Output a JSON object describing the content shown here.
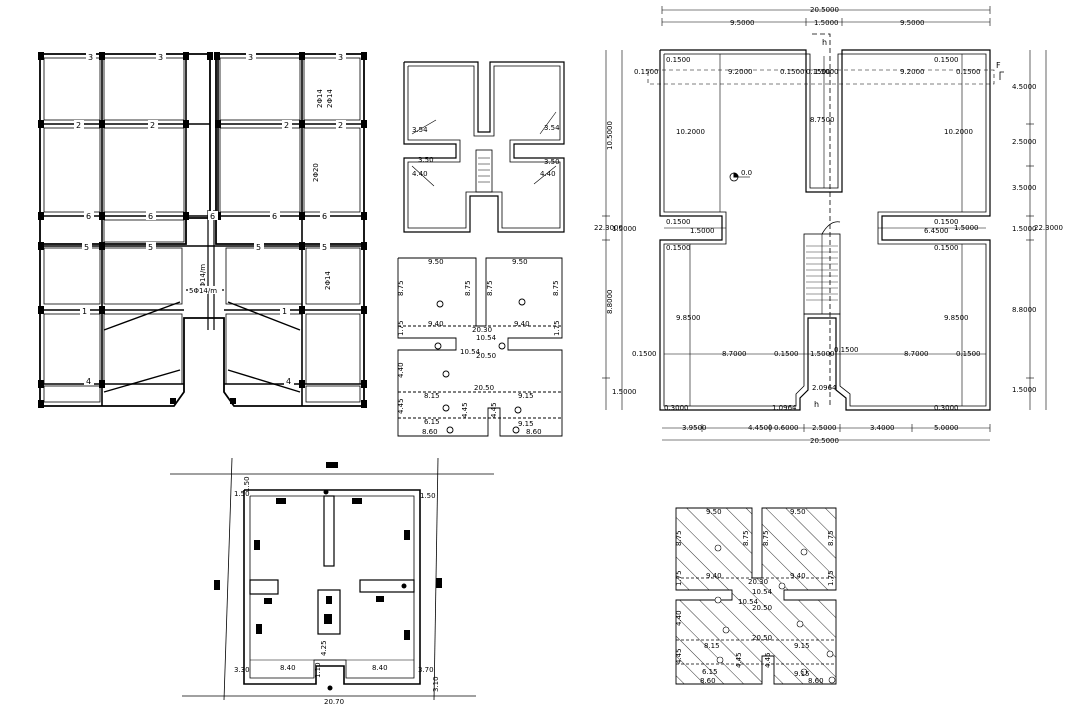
{
  "framing": {
    "grid_labels_top": [
      "3",
      "3",
      "3",
      "3"
    ],
    "grid_labels_mid": [
      "2",
      "2",
      "2",
      "2"
    ],
    "grid_labels_row6": [
      "6",
      "6",
      "6",
      "6",
      "6"
    ],
    "grid_labels_row5": [
      "5",
      "5",
      "5",
      "5"
    ],
    "grid_labels_row1": [
      "1",
      "1"
    ],
    "grid_labels_row4": [
      "4",
      "4"
    ],
    "beam_notes": [
      "3Φ14/m",
      "5Φ14/m"
    ],
    "vertical_notes": [
      "2Φ14",
      "2Φ14",
      "2Φ20",
      "2Φ14"
    ]
  },
  "outline_plan": {
    "notes": [
      "3.54",
      "3.54",
      "4.40",
      "4.40",
      "3.50",
      "3.50"
    ]
  },
  "levels_plan": {
    "room_widths": [
      "9.50",
      "9.50"
    ],
    "side_labels": [
      "8.75",
      "8.75",
      "8.75",
      "8.75"
    ],
    "mid_labels": [
      "9.40",
      "20.30",
      "9.40",
      "10.54",
      "10.54",
      "20.50"
    ],
    "lower_labels": [
      "20.50",
      "8.15",
      "9.15",
      "4.45",
      "4.45",
      "6.15",
      "9.15",
      "8.60",
      "8.60",
      "1.75",
      "1.75",
      "4.45",
      "4.40"
    ]
  },
  "main_plan": {
    "overall_width": "20.5000",
    "top_segments": [
      "9.5000",
      "1.5000",
      "9.5000"
    ],
    "inner_top": [
      "0.1500",
      "0.1500"
    ],
    "inner_top_row": [
      "0.1500",
      "9.2000",
      "0.1500",
      "0.1500",
      "1.5000",
      "9.2000",
      "0.1500"
    ],
    "section_marker_top": "h",
    "section_marker_bottom": "h",
    "section_marker_side": "F",
    "left_dims": [
      "10.5000",
      "22.3000",
      "8.8000",
      "1.5000"
    ],
    "left_dims_small": [
      "1.5000"
    ],
    "right_dims": [
      "4.5000",
      "2.5000",
      "3.5000",
      "1.5000",
      "22.3000",
      "8.8000",
      "1.5000"
    ],
    "room_height_upper": [
      "10.2000",
      "10.2000"
    ],
    "core_height": "8.7500",
    "level_mark": "0.0",
    "mid_row_left": [
      "0.1500",
      "1.5000"
    ],
    "mid_row_right": [
      "0.1500",
      "6.4500",
      "1.5000"
    ],
    "mid_row_left2": [
      "0.1500"
    ],
    "mid_row_right2": [
      "0.1500"
    ],
    "room_height_lower": [
      "9.8500",
      "9.8500"
    ],
    "lower_row": [
      "0.1500",
      "8.7000",
      "0.1500",
      "1.5000",
      "0.1500",
      "8.7000",
      "0.1500"
    ],
    "bottom_small": [
      "0.3000",
      "1.0964",
      "2.0964",
      "0.3000"
    ],
    "bottom_segments": [
      "3.9500",
      "4.4500",
      "0.6000",
      "2.5000",
      "3.4000",
      "5.0000"
    ]
  },
  "site_plan": {
    "labels_top": [
      "1.50",
      "1.50",
      "1.50"
    ],
    "labels_bottom": [
      "3.30",
      "8.40",
      "1.10",
      "4.25",
      "8.40",
      "3.70",
      "3.10"
    ],
    "bottom_total": "20.70"
  },
  "hatched_plan": {
    "room_widths": [
      "9.50",
      "9.50"
    ],
    "side_labels": [
      "8.75",
      "8.75",
      "8.75",
      "8.75"
    ],
    "mid_labels": [
      "9.40",
      "20.30",
      "9.40",
      "10.54",
      "10.54",
      "20.50"
    ],
    "lower_labels": [
      "20.50",
      "8.15",
      "9.15",
      "4.45",
      "4.45",
      "6.15",
      "9.15",
      "8.60",
      "8.60",
      "1.75",
      "1.75",
      "4.45",
      "4.40"
    ]
  }
}
